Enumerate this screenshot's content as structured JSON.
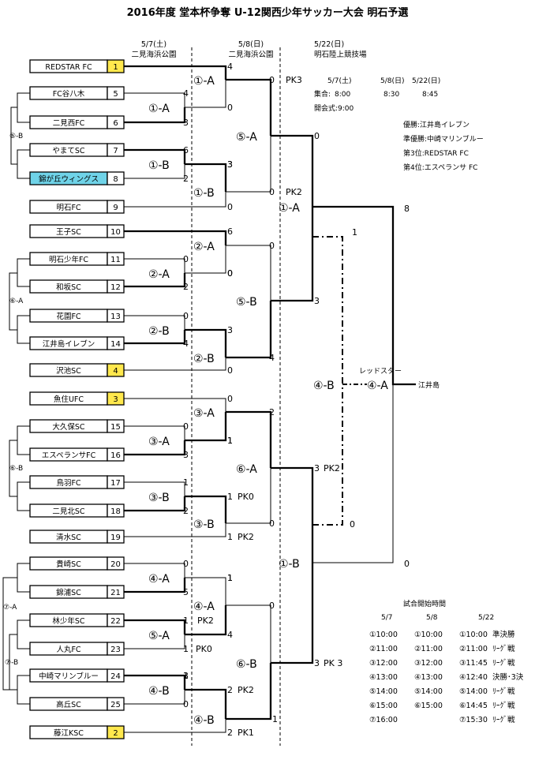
{
  "title": "2016年度 堂本杯争奪 U-12関西少年サッカー大会 明石予選",
  "dates": {
    "d1": "5/7(土)",
    "v1": "二見海浜公園",
    "d2": "5/8(日)",
    "v2": "二見海浜公園",
    "d3": "5/22(日)",
    "v3": "明石陸上競技場"
  },
  "schedule": {
    "cols": [
      "5/7(土)",
      "5/8(日)",
      "5/22(日)"
    ],
    "meet_label": "集合:",
    "meet": [
      "8:00",
      "8:30",
      "8:45"
    ],
    "opening": "開会式:9:00"
  },
  "results": [
    "優勝:江井島イレブン",
    "準優勝:中崎マリンブルー",
    "第3位:REDSTAR FC",
    "第4位:エスペランサ FC"
  ],
  "teams": [
    {
      "name": "REDSTAR FC",
      "seed": "1",
      "hl": true
    },
    {
      "name": "FC谷八木",
      "seed": "5",
      "hl": false
    },
    {
      "name": "二見西FC",
      "seed": "6",
      "hl": false
    },
    {
      "name": "やまてSC",
      "seed": "7",
      "hl": false
    },
    {
      "name": "錦が丘ウィングス",
      "seed": "8",
      "hl": false,
      "cyan": true
    },
    {
      "name": "明石FC",
      "seed": "9",
      "hl": false
    },
    {
      "name": "王子SC",
      "seed": "10",
      "hl": false
    },
    {
      "name": "明石少年FC",
      "seed": "11",
      "hl": false
    },
    {
      "name": "和坂SC",
      "seed": "12",
      "hl": false
    },
    {
      "name": "花園FC",
      "seed": "13",
      "hl": false
    },
    {
      "name": "江井島イレブン",
      "seed": "14",
      "hl": false
    },
    {
      "name": "沢池SC",
      "seed": "4",
      "hl": true
    },
    {
      "name": "魚住UFC",
      "seed": "3",
      "hl": true
    },
    {
      "name": "大久保SC",
      "seed": "15",
      "hl": false
    },
    {
      "name": "エスペランサFC",
      "seed": "16",
      "hl": false
    },
    {
      "name": "鳥羽FC",
      "seed": "17",
      "hl": false
    },
    {
      "name": "二見北SC",
      "seed": "18",
      "hl": false
    },
    {
      "name": "清水SC",
      "seed": "19",
      "hl": false
    },
    {
      "name": "貴崎SC",
      "seed": "20",
      "hl": false
    },
    {
      "name": "錦浦SC",
      "seed": "21",
      "hl": false
    },
    {
      "name": "林少年SC",
      "seed": "22",
      "hl": false
    },
    {
      "name": "人丸FC",
      "seed": "23",
      "hl": false
    },
    {
      "name": "中崎マリンブルー",
      "seed": "24",
      "hl": false
    },
    {
      "name": "高丘SC",
      "seed": "25",
      "hl": false
    },
    {
      "name": "藤江KSC",
      "seed": "2",
      "hl": true
    }
  ],
  "labels": {
    "r1": [
      "①-A",
      "①-B",
      "②-A",
      "②-B",
      "③-A",
      "③-B",
      "④-A",
      "⑤-A",
      "④-B"
    ],
    "r2": [
      "①-A",
      "①-B",
      "②-A",
      "②-B",
      "③-A",
      "③-B",
      "④-A",
      "④-B"
    ],
    "r3": [
      "⑤-A",
      "⑤-B",
      "⑥-A",
      "⑥-B"
    ],
    "r4": [
      "①-A",
      "①-B"
    ],
    "fin": [
      "④-B",
      "④-A"
    ],
    "left": [
      "⑤-B",
      "⑥-A",
      "⑥-B",
      "⑦-A",
      "⑦-B"
    ]
  },
  "scores": {
    "r1": [
      "4",
      "0",
      "3",
      "6",
      "2",
      "3",
      "0",
      "0",
      "2",
      "0",
      "4",
      "0",
      "1",
      "3",
      "1",
      "2",
      "1",
      "0",
      "5",
      "1",
      "1",
      "PK2",
      "1",
      "PK0",
      "3",
      "0"
    ],
    "r2": [
      "4",
      "0",
      "PK3",
      "0",
      "PK2",
      "3",
      "0",
      "6",
      "0",
      "0",
      "3",
      "0",
      "4",
      "0",
      "2",
      "1",
      "1",
      "PK0",
      "1",
      "PK2",
      "0",
      "1",
      "4",
      "0",
      "2",
      "PK2",
      "2",
      "PK1",
      "1"
    ],
    "r3": [
      "0",
      "3",
      "3",
      "PK2",
      "3",
      "PK 3"
    ],
    "r4": [
      "8",
      "1",
      "0",
      "0"
    ],
    "final_left": "レッドスター",
    "final_right": "江井島"
  },
  "match_times": {
    "title": "試合開始時間",
    "cols": [
      "5/7",
      "5/8",
      "5/22"
    ],
    "rows": [
      [
        "①10:00",
        "①10:00",
        "①10:00",
        "準決勝"
      ],
      [
        "②11:00",
        "②11:00",
        "②11:00",
        "ﾘｰｸﾞ戦"
      ],
      [
        "③12:00",
        "③12:00",
        "③11:45",
        "ﾘｰｸﾞ戦"
      ],
      [
        "④13:00",
        "④13:00",
        "④12:40",
        "決勝･3決"
      ],
      [
        "⑤14:00",
        "⑤14:00",
        "⑤14:00",
        "ﾘｰｸﾞ戦"
      ],
      [
        "⑥15:00",
        "⑥15:00",
        "⑥14:45",
        "ﾘｰｸﾞ戦"
      ],
      [
        "⑦16:00",
        "",
        "⑦15:30",
        "ﾘｰｸﾞ戦"
      ]
    ]
  }
}
